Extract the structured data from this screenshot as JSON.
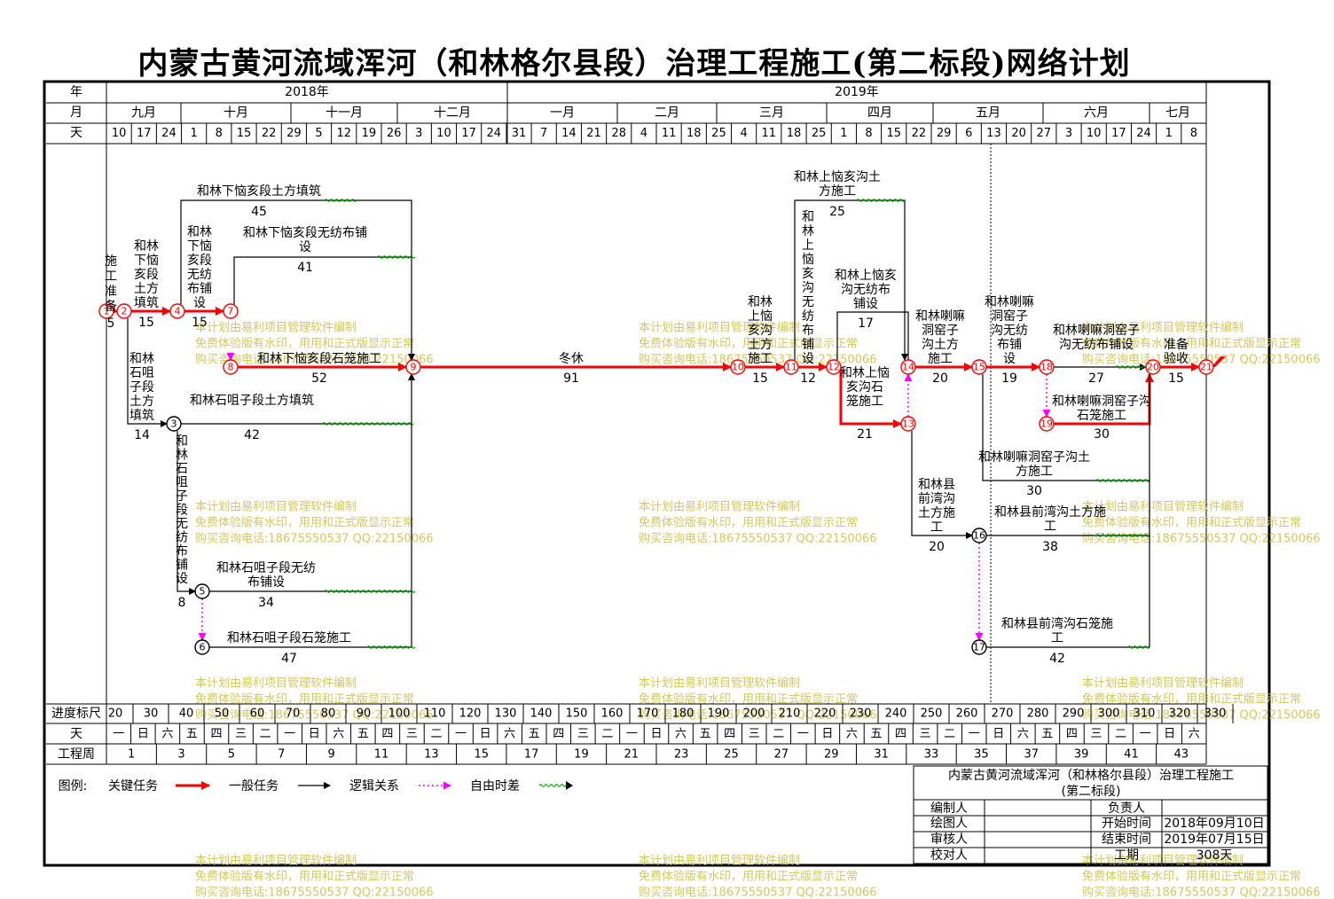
{
  "title": "内蒙古黄河流域浑河（和林格尔县段）治理工程施工(第二标段)网络计划",
  "header": {
    "row_labels": {
      "year": "年",
      "month": "月",
      "day": "天"
    },
    "years": [
      {
        "label": "2018年"
      },
      {
        "label": "2019年"
      }
    ],
    "months": [
      "九月",
      "十月",
      "十一月",
      "十二月",
      "一月",
      "二月",
      "三月",
      "四月",
      "五月",
      "六月",
      "七月"
    ],
    "days": [
      "10",
      "17",
      "24",
      "1",
      "8",
      "15",
      "22",
      "29",
      "5",
      "12",
      "19",
      "26",
      "3",
      "10",
      "17",
      "24",
      "31",
      "7",
      "14",
      "21",
      "28",
      "4",
      "11",
      "18",
      "25",
      "4",
      "11",
      "18",
      "25",
      "1",
      "8",
      "15",
      "22",
      "29",
      "6",
      "13",
      "20",
      "27",
      "3",
      "10",
      "17",
      "24",
      "1",
      "8"
    ]
  },
  "footer": {
    "ruler_label": "进度标尺",
    "ruler_values": [
      "20",
      "30",
      "40",
      "50",
      "60",
      "70",
      "80",
      "90",
      "100",
      "110",
      "120",
      "130",
      "140",
      "150",
      "160",
      "170",
      "180",
      "190",
      "200",
      "210",
      "220",
      "230",
      "240",
      "250",
      "260",
      "270",
      "280",
      "290",
      "300",
      "310",
      "320",
      "330"
    ],
    "weekday_label": "天",
    "weekdays": [
      "一",
      "日",
      "六",
      "五",
      "四",
      "三",
      "二",
      "一",
      "日",
      "六",
      "五",
      "四",
      "三",
      "二",
      "一",
      "日",
      "六",
      "五",
      "四",
      "三",
      "二",
      "一",
      "日",
      "六",
      "五",
      "四",
      "三",
      "二",
      "一",
      "日",
      "六",
      "五",
      "四",
      "三",
      "二",
      "一",
      "日",
      "六",
      "五",
      "四",
      "三",
      "二",
      "一",
      "日",
      "六"
    ],
    "week_label": "工程周",
    "weeks": [
      "1",
      "3",
      "5",
      "7",
      "9",
      "11",
      "13",
      "15",
      "17",
      "19",
      "21",
      "23",
      "25",
      "27",
      "29",
      "31",
      "33",
      "35",
      "37",
      "39",
      "41",
      "43"
    ]
  },
  "nodes": [
    "1",
    "2",
    "3",
    "4",
    "5",
    "6",
    "7",
    "8",
    "9",
    "10",
    "11",
    "12",
    "13",
    "14",
    "15",
    "16",
    "17",
    "18",
    "19",
    "20",
    "21"
  ],
  "tasks": [
    {
      "id": "t1",
      "name": "施工准备",
      "duration": "5",
      "critical": true
    },
    {
      "id": "t2",
      "name": "和林下恼亥段土方填筑",
      "duration": "15",
      "critical": true
    },
    {
      "id": "t3",
      "name": "和林下恼亥段无纺布铺设",
      "duration": "15",
      "critical": true
    },
    {
      "id": "t4",
      "name": "和林下恼亥段石笼施工",
      "duration": "52",
      "critical": true
    },
    {
      "id": "t5",
      "name": "冬休",
      "duration": "91",
      "critical": true
    },
    {
      "id": "t6",
      "name": "和林上恼亥沟土方施工",
      "duration": "15",
      "critical": true
    },
    {
      "id": "t7",
      "name": "和林上恼亥沟无纺布铺设",
      "duration": "12",
      "critical": true
    },
    {
      "id": "t8",
      "name": "和林上恼亥沟石笼施工",
      "duration": "21",
      "critical": true
    },
    {
      "id": "t9",
      "name": "和林喇嘛洞窑子沟土方施工",
      "duration": "20",
      "critical": true
    },
    {
      "id": "t10",
      "name": "和林喇嘛洞窑子沟无纺布铺设",
      "duration": "19",
      "critical": true
    },
    {
      "id": "t11",
      "name": "和林喇嘛洞窑子沟无纺布铺设",
      "duration": "27",
      "critical": false
    },
    {
      "id": "t12",
      "name": "和林喇嘛洞窑子沟石笼施工",
      "duration": "30",
      "critical": true
    },
    {
      "id": "t13",
      "name": "准备验收",
      "duration": "15",
      "critical": true
    },
    {
      "id": "t14",
      "name": "和林下恼亥段土方填筑",
      "duration": "45",
      "critical": false
    },
    {
      "id": "t15",
      "name": "和林下恼亥段无纺布铺设",
      "duration": "41",
      "critical": false
    },
    {
      "id": "t16",
      "name": "和林石咀子段土方填筑",
      "duration": "14",
      "critical": false
    },
    {
      "id": "t17",
      "name": "和林石咀子段土方填筑",
      "duration": "42",
      "critical": false
    },
    {
      "id": "t18",
      "name": "和林石咀子段无纺布铺设",
      "duration": "8",
      "critical": false
    },
    {
      "id": "t19",
      "name": "和林石咀子段无纺布铺设",
      "duration": "34",
      "critical": false
    },
    {
      "id": "t20",
      "name": "和林石咀子段石笼施工",
      "duration": "47",
      "critical": false
    },
    {
      "id": "t21",
      "name": "和林上恼亥沟土方施工",
      "duration": "25",
      "critical": false
    },
    {
      "id": "t22",
      "name": "和林上恼亥沟无纺布铺设",
      "duration": "17",
      "critical": false
    },
    {
      "id": "t23",
      "name": "和林县前湾沟土方施工",
      "duration": "20",
      "critical": false
    },
    {
      "id": "t24",
      "name": "和林县前湾沟土方施工",
      "duration": "38",
      "critical": false
    },
    {
      "id": "t25",
      "name": "和林县前湾沟石笼施工",
      "duration": "42",
      "critical": false
    },
    {
      "id": "t26",
      "name": "和林喇嘛洞窑子沟土方施工",
      "duration": "30",
      "critical": false
    }
  ],
  "legend": {
    "label": "图例:",
    "critical": "关键任务",
    "normal": "一般任务",
    "logic": "逻辑关系",
    "free_float": "自由时差",
    "critical_color": "#ff0000",
    "normal_color": "#000000",
    "logic_color": "#ff00ff",
    "float_color": "#00aa00"
  },
  "info": {
    "title_line1": "内蒙古黄河流域浑河（和林格尔县段）治理工程施工",
    "title_line2": "(第二标段)",
    "drafter_label": "编制人",
    "responsible_label": "负责人",
    "drawer_label": "绘图人",
    "start_label": "开始时间",
    "start_value": "2018年09月10日",
    "reviewer_label": "审核人",
    "end_label": "结束时间",
    "end_value": "2019年07月15日",
    "checker_label": "校对人",
    "period_label": "工期",
    "period_value": "308天"
  },
  "watermark": {
    "line1": "本计划由易利项目管理软件编制",
    "line2": "免费体验版有水印，用用和正式版显示正常",
    "line3": "购买咨询电话:18675550537 QQ:22150066"
  }
}
